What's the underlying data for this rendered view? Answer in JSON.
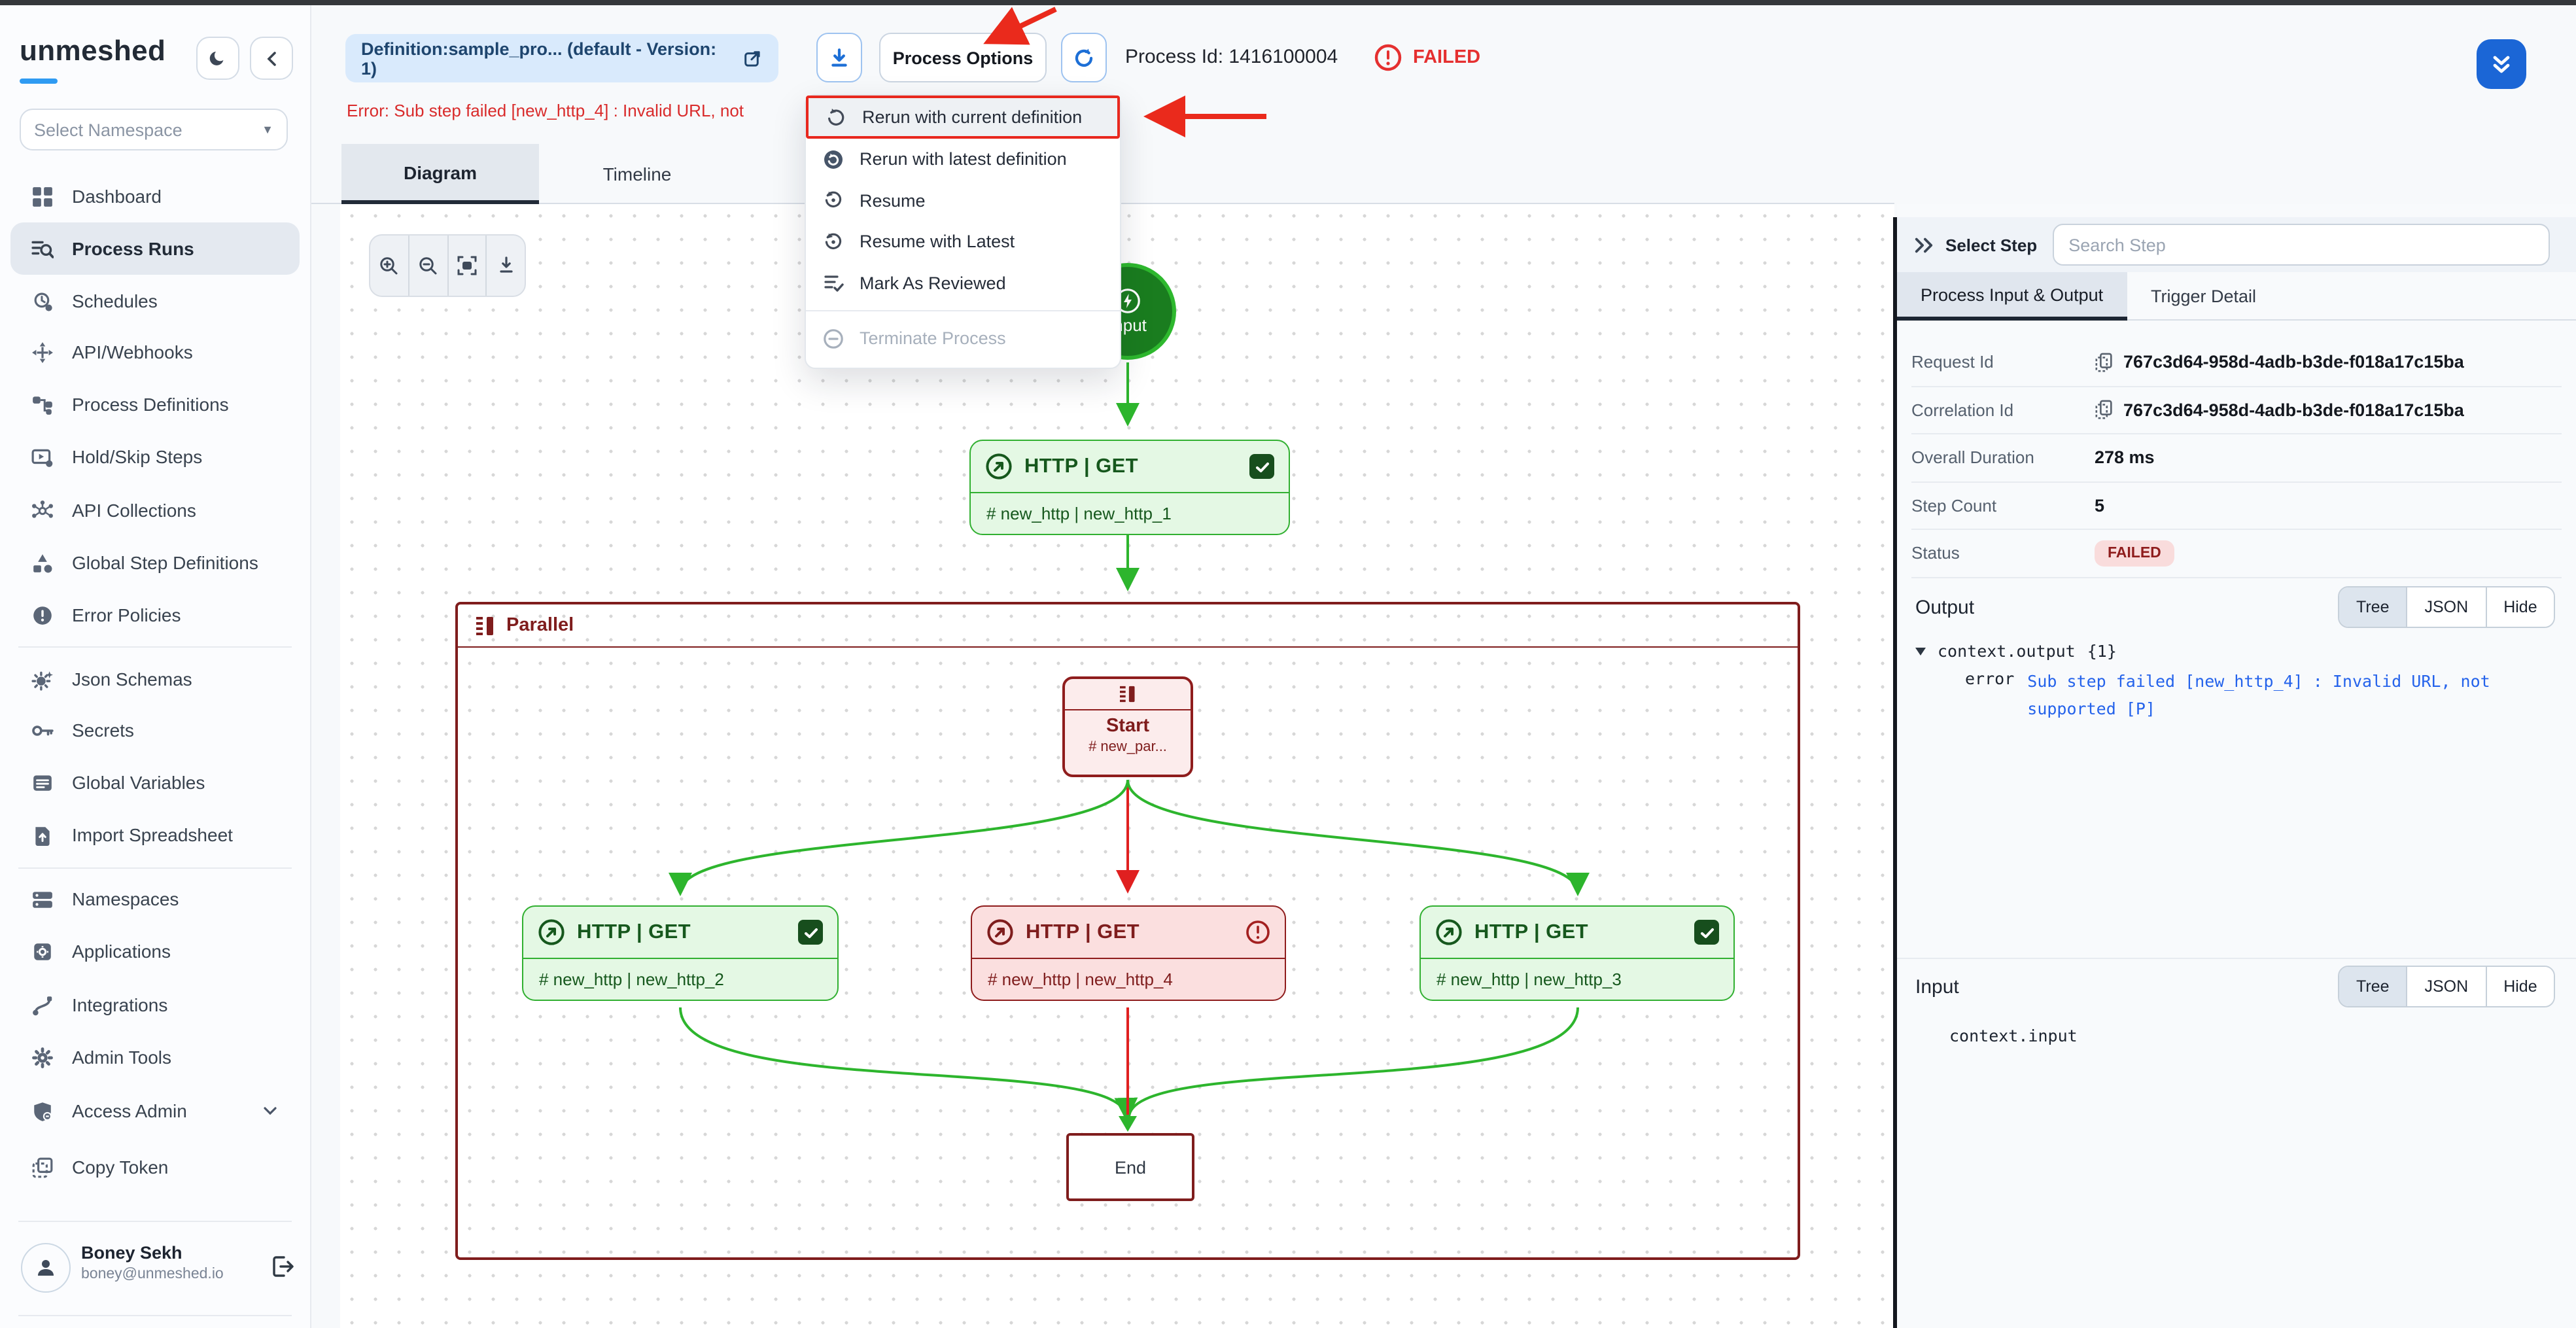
{
  "colors": {
    "accent_blue": "#2f7ff0",
    "success_green": "#2db52d",
    "error_red": "#e02020",
    "maroon": "#7f1d1d",
    "failed_red": "#e53030"
  },
  "sidebar": {
    "logo": "unmeshed",
    "namespace_placeholder": "Select Namespace",
    "items": [
      {
        "label": "Dashboard"
      },
      {
        "label": "Process Runs",
        "active": true
      },
      {
        "label": "Schedules"
      },
      {
        "label": "API/Webhooks"
      },
      {
        "label": "Process Definitions"
      },
      {
        "label": "Hold/Skip Steps"
      },
      {
        "label": "API Collections"
      },
      {
        "label": "Global Step Definitions"
      },
      {
        "label": "Error Policies"
      },
      {
        "label": "Json Schemas"
      },
      {
        "label": "Secrets"
      },
      {
        "label": "Global Variables"
      },
      {
        "label": "Import Spreadsheet"
      },
      {
        "label": "Namespaces"
      },
      {
        "label": "Applications"
      },
      {
        "label": "Integrations"
      },
      {
        "label": "Admin Tools"
      },
      {
        "label": "Access Admin"
      },
      {
        "label": "Copy Token"
      }
    ],
    "user": {
      "name": "Boney Sekh",
      "email": "boney@unmeshed.io"
    }
  },
  "header": {
    "definition_chip": "Definition:sample_pro... (default - Version: 1)",
    "process_options_label": "Process Options",
    "process_id": "Process Id: 1416100004",
    "status": "FAILED",
    "error_text": "Error: Sub step failed [new_http_4] : Invalid URL, not"
  },
  "menu": {
    "items": [
      {
        "label": "Rerun with current definition",
        "highlighted": true
      },
      {
        "label": "Rerun with latest definition"
      },
      {
        "label": "Resume"
      },
      {
        "label": "Resume with Latest"
      },
      {
        "label": "Mark As Reviewed"
      },
      {
        "label": "Terminate Process",
        "disabled": true
      }
    ]
  },
  "tabs": {
    "diagram": "Diagram",
    "timeline": "Timeline"
  },
  "diagram": {
    "input_label": "Input",
    "parallel_label": "Parallel",
    "http1": {
      "title": "HTTP | GET",
      "subtitle": "# new_http | new_http_1",
      "status": "success"
    },
    "http2": {
      "title": "HTTP | GET",
      "subtitle": "# new_http | new_http_2",
      "status": "success"
    },
    "http4": {
      "title": "HTTP | GET",
      "subtitle": "# new_http | new_http_4",
      "status": "failed"
    },
    "http3": {
      "title": "HTTP | GET",
      "subtitle": "# new_http | new_http_3",
      "status": "success"
    },
    "start": {
      "title": "Start",
      "subtitle": "# new_par..."
    },
    "end_label": "End"
  },
  "panel": {
    "select_step": "Select Step",
    "search_placeholder": "Search Step",
    "tab_active": "Process Input & Output",
    "tab_trigger": "Trigger Detail",
    "fields": [
      {
        "label": "Request Id",
        "value": "767c3d64-958d-4adb-b3de-f018a17c15ba"
      },
      {
        "label": "Correlation Id",
        "value": "767c3d64-958d-4adb-b3de-f018a17c15ba"
      },
      {
        "label": "Overall Duration",
        "value": "278 ms"
      },
      {
        "label": "Step Count",
        "value": "5"
      },
      {
        "label": "Status",
        "value": "FAILED"
      }
    ],
    "output": {
      "title": "Output",
      "views": [
        "Tree",
        "JSON",
        "Hide"
      ],
      "tree_root": "context.output",
      "tree_badge": "{1}",
      "error_key": "error",
      "error_value": "Sub step failed [new_http_4] : Invalid URL, not supported [P]"
    },
    "input": {
      "title": "Input",
      "views": [
        "Tree",
        "JSON",
        "Hide"
      ],
      "content": "context.input"
    }
  }
}
